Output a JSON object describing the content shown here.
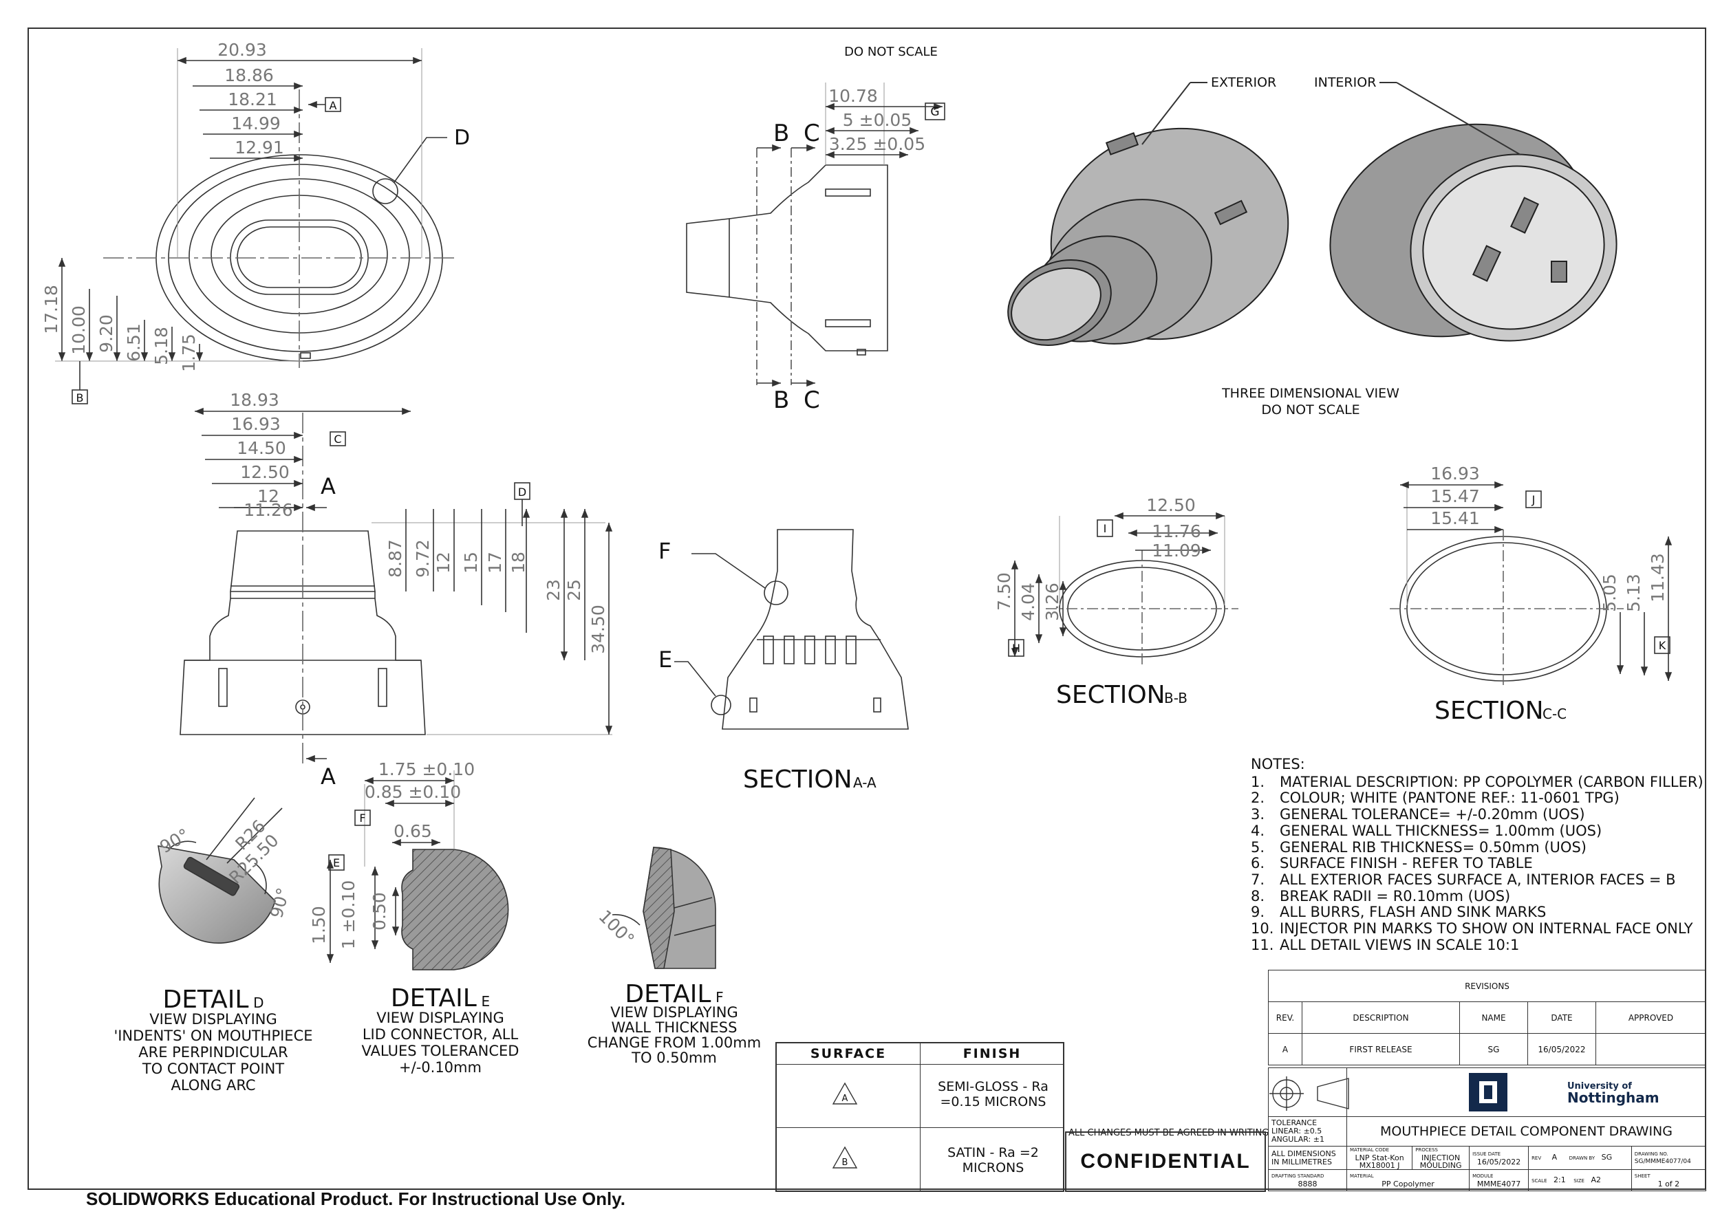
{
  "header": {
    "do_not_scale": "DO NOT SCALE"
  },
  "footer": {
    "text": "SOLIDWORKS Educational Product. For Instructional Use Only."
  },
  "views": {
    "top_view": {
      "dims_h": [
        "20.93",
        "18.86",
        "18.21",
        "14.99",
        "12.91"
      ],
      "dims_v": [
        "17.18",
        "10.00",
        "9.20",
        "6.51",
        "5.18",
        "1.75"
      ],
      "datum_a": "A",
      "datum_b": "B",
      "detail_d": "D"
    },
    "side_view": {
      "dims_h": [
        "10.78",
        "5 ±0.05",
        "3.25 ±0.05"
      ],
      "datum_g": "G",
      "cut_b": "B",
      "cut_c": "C"
    },
    "front_view": {
      "dims_h": [
        "18.93",
        "16.93",
        "14.50",
        "12.50",
        "12",
        "11.26"
      ],
      "dims_v": [
        "8.87",
        "9.72",
        "12",
        "15",
        "17",
        "18",
        "23",
        "25",
        "34.50"
      ],
      "datum_c": "C",
      "datum_d": "D",
      "cut_a": "A"
    },
    "iso": {
      "exterior": "EXTERIOR",
      "interior": "INTERIOR",
      "caption1": "THREE DIMENSIONAL VIEW",
      "caption2": "DO NOT SCALE"
    },
    "section_aa": {
      "title": "SECTION",
      "suffix": "A-A",
      "detail_f": "F",
      "detail_e": "E"
    },
    "section_bb": {
      "title": "SECTION",
      "suffix": "B-B",
      "dims_h": [
        "12.50",
        "11.76",
        "11.09"
      ],
      "dims_v": [
        "7.50",
        "4.04",
        "3.26"
      ],
      "datum_i": "I",
      "datum_h": "H"
    },
    "section_cc": {
      "title": "SECTION",
      "suffix": "C-C",
      "dims_h": [
        "16.93",
        "15.47",
        "15.41"
      ],
      "dims_v": [
        "5.05",
        "5.13",
        "11.43"
      ],
      "datum_j": "J",
      "datum_k": "K"
    },
    "detail_d": {
      "title": "DETAIL",
      "suffix": "D",
      "angle1": "90°",
      "angle2": "90°",
      "r1": "R26",
      "r2": "R25.50",
      "caption": [
        "VIEW DISPLAYING",
        "'INDENTS' ON MOUTHPIECE",
        "ARE PERPINDICULAR",
        "TO CONTACT POINT",
        "ALONG ARC"
      ]
    },
    "detail_e": {
      "title": "DETAIL",
      "suffix": "E",
      "dims": [
        "1.75 ±0.10",
        "0.85 ±0.10",
        "0.65",
        "1.50",
        "1 ±0.10",
        "0.50"
      ],
      "datum_f": "F",
      "datum_e": "E",
      "caption": [
        "VIEW DISPLAYING",
        "LID CONNECTOR, ALL",
        "VALUES TOLERANCED",
        "+/-0.10mm"
      ]
    },
    "detail_f": {
      "title": "DETAIL",
      "suffix": "F",
      "angle": "100°",
      "caption": [
        "VIEW DISPLAYING",
        "WALL THICKNESS",
        "CHANGE FROM 1.00mm",
        "TO 0.50mm"
      ]
    }
  },
  "notes": {
    "heading": "NOTES:",
    "items": [
      {
        "n": "1.",
        "t": "MATERIAL DESCRIPTION: PP COPOLYMER (CARBON FILLER)"
      },
      {
        "n": "2.",
        "t": "COLOUR; WHITE (PANTONE REF.: 11-0601 TPG)"
      },
      {
        "n": "3.",
        "t": "GENERAL TOLERANCE= +/-0.20mm (UOS)"
      },
      {
        "n": "4.",
        "t": "GENERAL WALL THICKNESS= 1.00mm (UOS)"
      },
      {
        "n": "5.",
        "t": "GENERAL RIB THICKNESS= 0.50mm (UOS)"
      },
      {
        "n": "6.",
        "t": "SURFACE FINISH - REFER TO TABLE"
      },
      {
        "n": "7.",
        "t": "ALL EXTERIOR FACES SURFACE A, INTERIOR FACES = B"
      },
      {
        "n": "8.",
        "t": "BREAK RADII = R0.10mm (UOS)"
      },
      {
        "n": "9.",
        "t": "ALL BURRS, FLASH AND SINK MARKS"
      },
      {
        "n": "10.",
        "t": "INJECTOR PIN MARKS TO SHOW ON INTERNAL FACE ONLY"
      },
      {
        "n": "11.",
        "t": "ALL DETAIL VIEWS IN SCALE 10:1"
      }
    ]
  },
  "surface_table": {
    "headers": [
      "SURFACE",
      "FINISH"
    ],
    "rows": [
      {
        "symbol": "A",
        "finish": "SEMI-GLOSS - Ra =0.15 MICRONS"
      },
      {
        "symbol": "B",
        "finish": "SATIN - Ra =2 MICRONS"
      }
    ]
  },
  "confidential": {
    "agreed": "ALL CHANGES MUST BE AGREED IN WRITING",
    "label": "CONFIDENTIAL"
  },
  "title_block": {
    "revisions_title": "REVISIONS",
    "rev_headers": [
      "REV.",
      "DESCRIPTION",
      "NAME",
      "DATE",
      "APPROVED"
    ],
    "rev_row": [
      "A",
      "FIRST RELEASE",
      "SG",
      "16/05/2022",
      ""
    ],
    "logo_line1": "University of",
    "logo_line2": "Nottingham",
    "tolerance": [
      "TOLERANCE",
      "LINEAR: ±0.5",
      "ANGULAR: ±1"
    ],
    "drawing_title": "MOUTHPIECE DETAIL COMPONENT DRAWING",
    "all_dims": [
      "ALL DIMENSIONS",
      "IN MILLIMETRES"
    ],
    "material_code_label": "MATERIAL CODE",
    "material_code": [
      "LNP Stat-Kon",
      "MX18001 J"
    ],
    "process_label": "PROCESS",
    "process": [
      "INJECTION",
      "MOULDING"
    ],
    "issue_date_label": "ISSUE DATE",
    "issue_date": "16/05/2022",
    "rev_label": "REV",
    "rev": "A",
    "drawn_by_label": "DRAWN BY",
    "drawn_by": "SG",
    "drawing_no_label": "DRAWING NO.",
    "drawing_no": "SG/MMME4077/04",
    "drafting_std_label": "DRAFTING STANDARD",
    "drafting_std": "8888",
    "material_label": "MATERIAL",
    "material": "PP Copolymer",
    "module_label": "MODULE",
    "module": "MMME4077",
    "scale_label": "SCALE",
    "scale": "2:1",
    "size_label": "SIZE",
    "size": "A2",
    "sheet_label": "SHEET",
    "sheet": "1 of 2"
  }
}
